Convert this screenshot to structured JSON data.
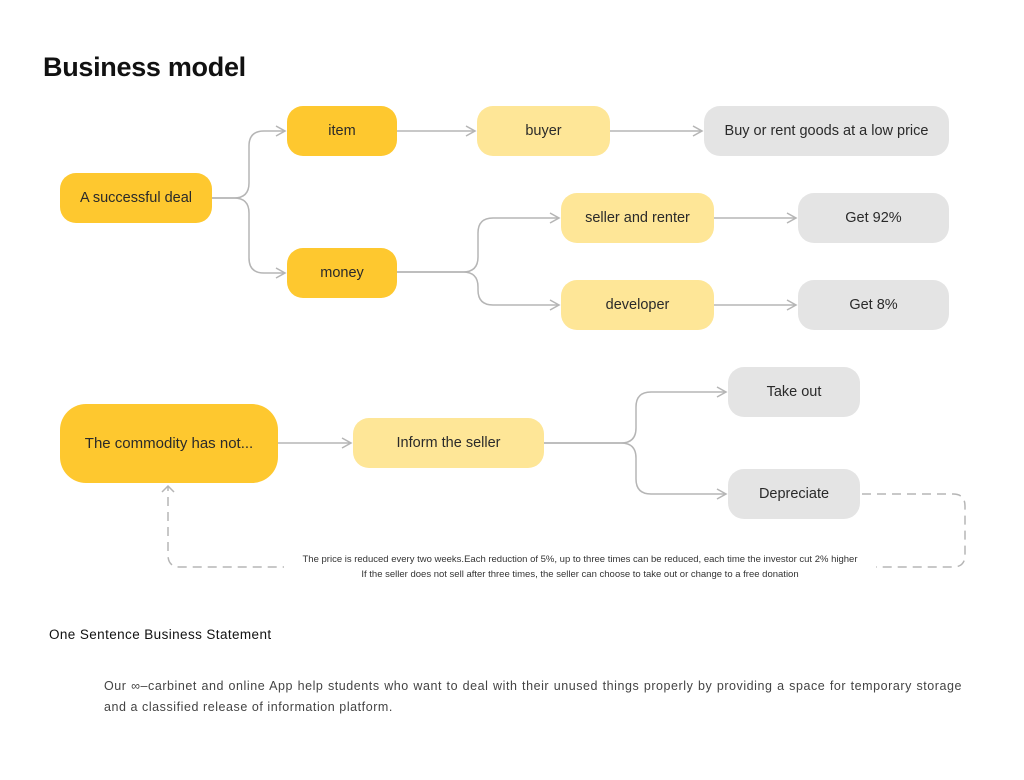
{
  "title": "Business model",
  "flow1": {
    "root": "A successful deal",
    "item": "item",
    "buyer": "buyer",
    "buyer_result": "Buy or rent goods at a low price",
    "money": "money",
    "seller": "seller and renter",
    "seller_result": "Get 92%",
    "developer": "developer",
    "developer_result": "Get 8%"
  },
  "flow2": {
    "root": "The commodity has not...",
    "inform": "Inform the seller",
    "take_out": "Take out",
    "depreciate": "Depreciate",
    "note_line1": "The price is reduced every two weeks.Each reduction of 5%, up to three times can be reduced, each time the investor cut 2% higher",
    "note_line2": "If the seller does not sell after three times, the seller can choose to take out or change to a free donation"
  },
  "statement": {
    "heading": "One Sentence Business Statement",
    "body": "Our ∞–carbinet and online App help students who want to deal with their unused things properly by providing a space for temporary storage and a classified release of information platform."
  },
  "colors": {
    "primary": "#fec82f",
    "secondary": "#fee697",
    "result": "#e4e4e4",
    "connector": "#b5b5b5"
  }
}
